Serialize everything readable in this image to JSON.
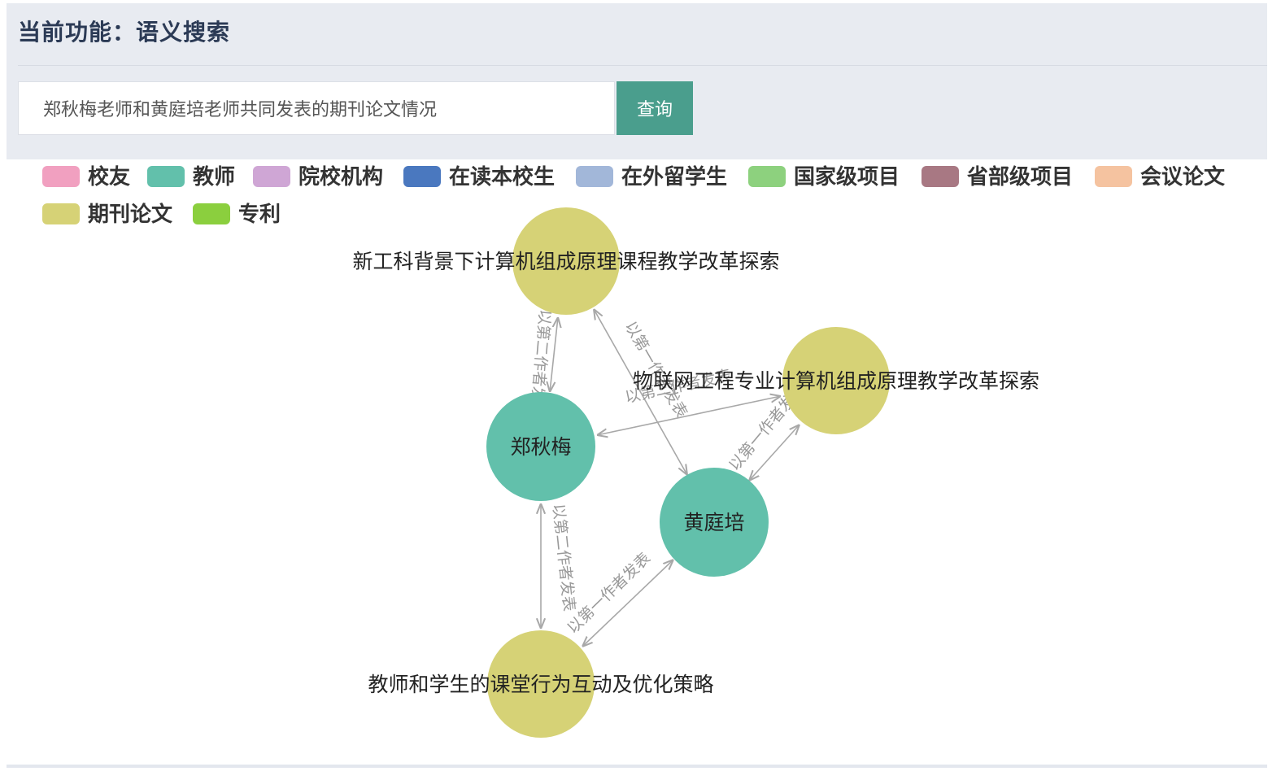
{
  "header": {
    "title": "当前功能：语义搜索"
  },
  "search": {
    "value": "郑秋梅老师和黄庭培老师共同发表的期刊论文情况",
    "button_label": "查询"
  },
  "legend": [
    {
      "label": "校友",
      "color": "#f1a0c0"
    },
    {
      "label": "教师",
      "color": "#62c0ab"
    },
    {
      "label": "院校机构",
      "color": "#cfa6d5"
    },
    {
      "label": "在读本校生",
      "color": "#4a78bf"
    },
    {
      "label": "在外留学生",
      "color": "#a2b7d9"
    },
    {
      "label": "国家级项目",
      "color": "#8dd17e"
    },
    {
      "label": "省部级项目",
      "color": "#a87883"
    },
    {
      "label": "会议论文",
      "color": "#f5c3a0"
    },
    {
      "label": "期刊论文",
      "color": "#d6d276"
    },
    {
      "label": "专利",
      "color": "#8bcf3e"
    }
  ],
  "graph": {
    "nodes": [
      {
        "id": "paper1",
        "label": "新工科背景下计算机组成原理课程教学改革探索",
        "category": "期刊论文",
        "color": "#d6d276"
      },
      {
        "id": "paper2",
        "label": "物联网工程专业计算机组成原理教学改革探索",
        "category": "期刊论文",
        "color": "#d6d276"
      },
      {
        "id": "zheng",
        "label": "郑秋梅",
        "category": "教师",
        "color": "#62c0ab"
      },
      {
        "id": "huang",
        "label": "黄庭培",
        "category": "教师",
        "color": "#62c0ab"
      },
      {
        "id": "paper3",
        "label": "教师和学生的课堂行为互动及优化策略",
        "category": "期刊论文",
        "color": "#d6d276"
      }
    ],
    "edges": [
      {
        "source": "zheng",
        "target": "paper1",
        "label": "以第二作者发表"
      },
      {
        "source": "huang",
        "target": "paper1",
        "label": "以第一作者发表"
      },
      {
        "source": "zheng",
        "target": "paper2",
        "label": "以第二作者发表"
      },
      {
        "source": "huang",
        "target": "paper2",
        "label": "以第一作者发表"
      },
      {
        "source": "zheng",
        "target": "paper3",
        "label": "以第二作者发表"
      },
      {
        "source": "huang",
        "target": "paper3",
        "label": "以第一作者发表"
      }
    ]
  }
}
